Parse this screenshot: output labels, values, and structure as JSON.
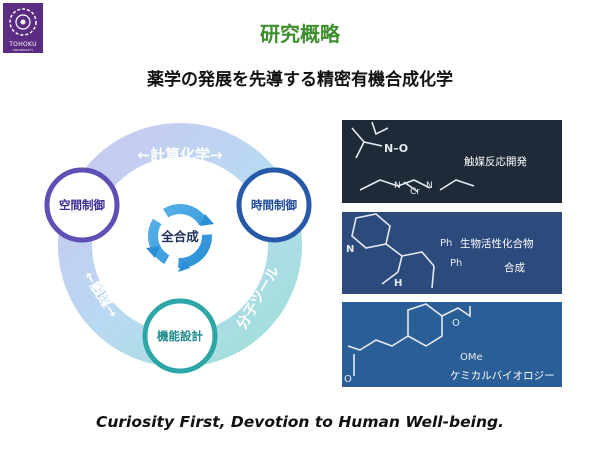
{
  "logo": {
    "name": "TOHOKU",
    "sub": "UNIVERSITY"
  },
  "header": {
    "title": "研究概略",
    "subtitle": "薬学の発展を先導する精密有機合成化学"
  },
  "diagram": {
    "center": "全合成",
    "nodes": {
      "left": "空間制御",
      "right": "時間制御",
      "bottom": "機能設計"
    },
    "arcs": {
      "top": "←計算化学→",
      "left": "←触媒→",
      "right": "分子ツール"
    }
  },
  "panels": [
    {
      "label": "触媒反応開発",
      "chem": {
        "a": "N–O",
        "b": "N",
        "c": "Cr",
        "d": "N"
      }
    },
    {
      "label_line1": "生物活性化合物",
      "label_line2": "合成",
      "chem": {
        "a": "Ph",
        "b": "Ph",
        "c": "N",
        "d": "H"
      }
    },
    {
      "label": "ケミカルバイオロジー",
      "chem": {
        "a": "OMe",
        "b": "O",
        "c": "O"
      }
    }
  ],
  "tagline": "Curiosity First, Devotion to Human Well-being."
}
